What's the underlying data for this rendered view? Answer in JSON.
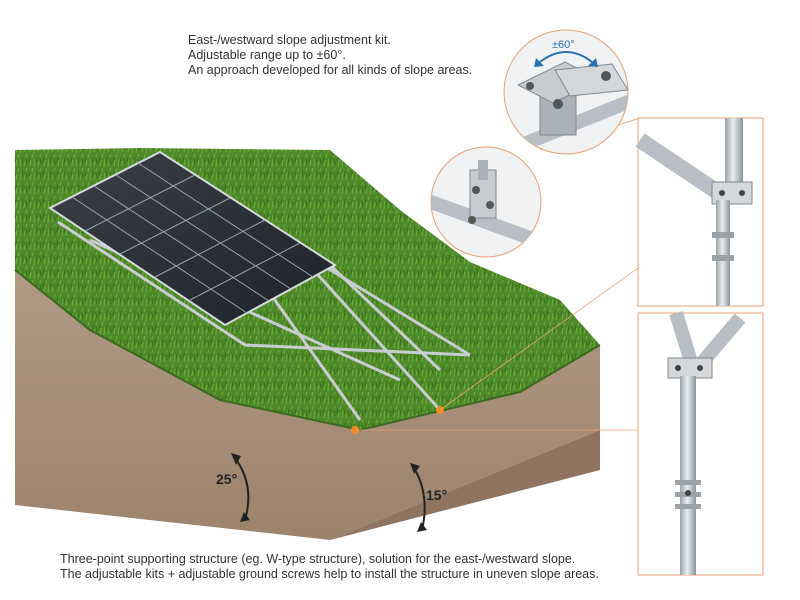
{
  "caption_top": {
    "line1": "East-/westward slope adjustment kit.",
    "line2": "Adjustable range up to ±60°.",
    "line3": "An approach developed for all kinds of slope areas."
  },
  "caption_bottom": {
    "line1": "Three-point supporting structure (eg. W-type structure), solution for the east-/westward slope.",
    "line2": "The adjustable kits + adjustable ground screws help to install the structure in uneven slope areas."
  },
  "angles": {
    "left_slope": "25°",
    "right_slope": "15°",
    "kit_range": "±60°"
  },
  "colors": {
    "grass": "#4f8a2a",
    "soil": "#a88f79",
    "frame_border": "#e9a070",
    "callout_accent": "#f08a24"
  }
}
